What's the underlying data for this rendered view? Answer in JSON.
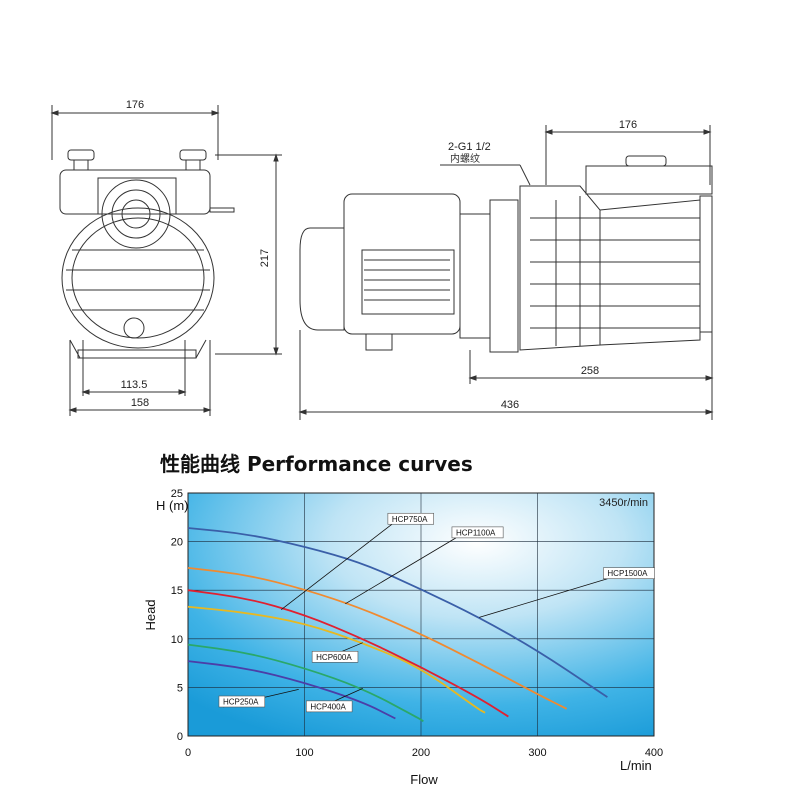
{
  "drawings": {
    "front_view": {
      "width_label": "176",
      "height_label": "217",
      "base_inner_label": "113.5",
      "base_outer_label": "158"
    },
    "side_view": {
      "connection_label": "2-G1 1/2",
      "connection_note": "内螺纹",
      "width_label": "176",
      "base_label": "258",
      "length_label": "436"
    }
  },
  "section_title": "性能曲线 Performance curves",
  "chart_data": {
    "type": "line",
    "title": "",
    "speed_label": "3450r/min",
    "xlabel": "Flow",
    "xunit": "L/min",
    "ylabel": "Head",
    "yunit": "H (m)",
    "xlim": [
      0,
      400
    ],
    "ylim": [
      0,
      25
    ],
    "xticks": [
      0,
      100,
      200,
      300,
      400
    ],
    "yticks": [
      0,
      5,
      10,
      15,
      20,
      25
    ],
    "grid": true,
    "series": [
      {
        "name": "HCP250A",
        "color": "#4b3ea8",
        "x": [
          0,
          50,
          100,
          150,
          178
        ],
        "y": [
          7.7,
          7.0,
          5.5,
          3.5,
          1.8
        ]
      },
      {
        "name": "HCP400A",
        "color": "#2aa86a",
        "x": [
          0,
          50,
          100,
          150,
          200,
          202
        ],
        "y": [
          9.4,
          8.6,
          7.0,
          4.9,
          1.7,
          1.5
        ]
      },
      {
        "name": "HCP600A",
        "color": "#e8b820",
        "x": [
          0,
          50,
          100,
          150,
          200,
          250,
          255
        ],
        "y": [
          13.3,
          12.7,
          11.6,
          9.6,
          7.0,
          2.7,
          2.4
        ]
      },
      {
        "name": "HCP750A",
        "color": "#e02030",
        "x": [
          0,
          50,
          100,
          150,
          200,
          250,
          275
        ],
        "y": [
          15.0,
          14.2,
          12.5,
          10.0,
          7.1,
          3.9,
          2.0
        ]
      },
      {
        "name": "HCP1100A",
        "color": "#f08a30",
        "x": [
          0,
          50,
          100,
          150,
          200,
          250,
          300,
          325
        ],
        "y": [
          17.3,
          16.6,
          15.1,
          13.1,
          10.5,
          7.5,
          4.3,
          2.8
        ]
      },
      {
        "name": "HCP1500A",
        "color": "#3a5fa8",
        "x": [
          0,
          50,
          100,
          150,
          200,
          250,
          300,
          350,
          360
        ],
        "y": [
          21.4,
          20.8,
          19.5,
          17.8,
          15.1,
          12.2,
          8.8,
          4.8,
          4.0
        ]
      }
    ]
  }
}
